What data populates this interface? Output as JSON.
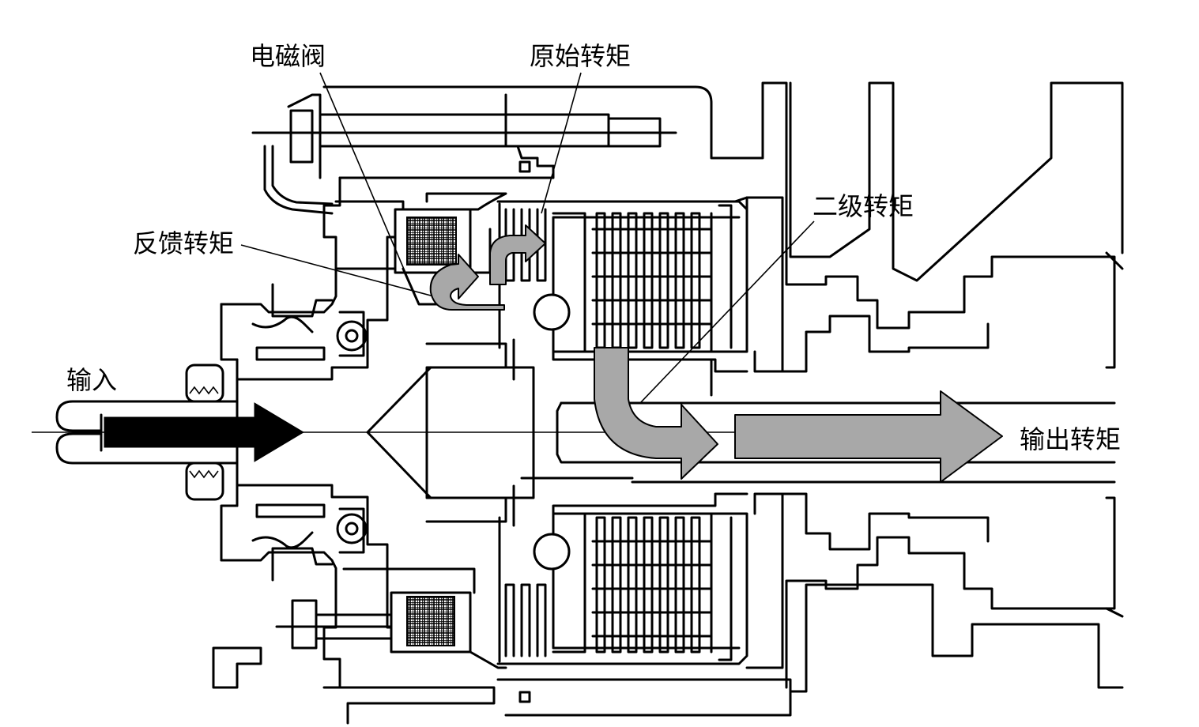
{
  "labels": {
    "solenoid": "电磁阀",
    "primary_torque": "原始转矩",
    "feedback_torque": "反馈转矩",
    "secondary_torque": "二级转矩",
    "input": "输入",
    "output_torque": "输出转矩"
  },
  "colors": {
    "torque_arrow_fill": "#a8a8a8",
    "input_arrow_fill": "#000000",
    "line": "#000000",
    "background": "#ffffff"
  }
}
